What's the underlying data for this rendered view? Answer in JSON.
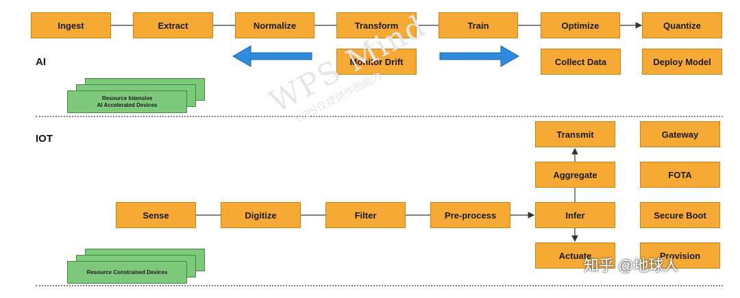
{
  "ai_section": {
    "label": "AI",
    "pipeline": [
      "Ingest",
      "Extract",
      "Normalize",
      "Transform",
      "Train",
      "Optimize",
      "Quantize"
    ],
    "lower": [
      "Monitor Drift",
      "Collect Data",
      "Deploy Model"
    ],
    "device_line1": "Resource Intensive",
    "device_line2": "AI Accelerated Devices"
  },
  "iot_section": {
    "label": "IOT",
    "pipeline": [
      "Sense",
      "Digitize",
      "Filter",
      "Pre-process",
      "Infer"
    ],
    "infer_branch": [
      "Transmit",
      "Aggregate",
      "Actuate"
    ],
    "right_column": [
      "Gateway",
      "FOTA",
      "Secure Boot",
      "Provision"
    ],
    "device_label": "Resource Constrained Devices"
  },
  "watermark": {
    "text": "WPS Mind",
    "subtext": "WPS仅提供作图能力"
  },
  "credit": "知乎 @地球人",
  "colors": {
    "process_box": "#f7a935",
    "device_box": "#7fc97c",
    "arrow_blue": "#2f8be0"
  }
}
